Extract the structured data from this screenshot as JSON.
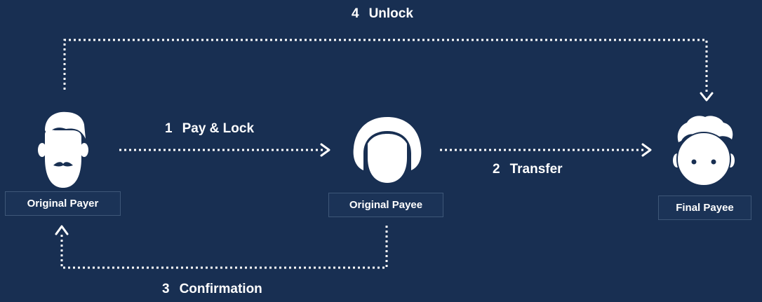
{
  "steps": [
    {
      "number": "1",
      "text": "Pay & Lock"
    },
    {
      "number": "2",
      "text": "Transfer"
    },
    {
      "number": "3",
      "text": "Confirmation"
    },
    {
      "number": "4",
      "text": "Unlock"
    }
  ],
  "actors": {
    "original_payer": {
      "label": "Original Payer",
      "icon": "bearded-man-icon"
    },
    "original_payee": {
      "label": "Original Payee",
      "icon": "woman-icon"
    },
    "final_payee": {
      "label": "Final Payee",
      "icon": "boy-icon"
    }
  },
  "colors": {
    "background": "#182f52",
    "foreground": "#ffffff",
    "label_border": "#3e5778"
  }
}
